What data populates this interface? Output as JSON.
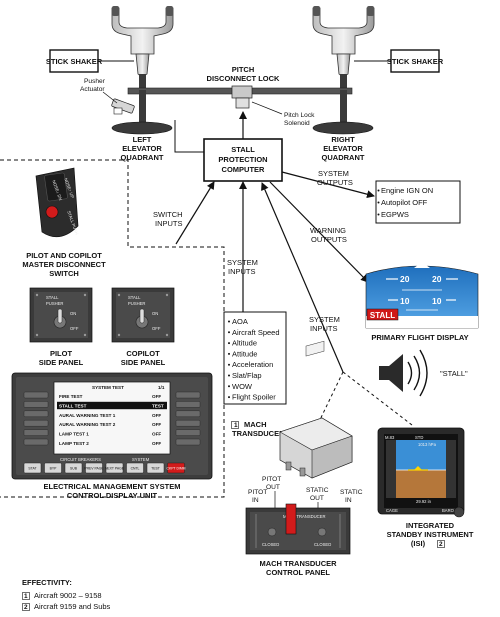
{
  "labels": {
    "stick_shaker_left": "STICK SHAKER",
    "stick_shaker_right": "STICK SHAKER",
    "pitch_disconnect_lock": [
      "PITCH",
      "DISCONNECT LOCK"
    ],
    "pusher_actuator": [
      "Pusher",
      "Actuator"
    ],
    "pitch_lock_solenoid": [
      "Pitch Lock",
      "Solenoid"
    ],
    "left_elevator_quadrant": [
      "LEFT",
      "ELEVATOR",
      "QUADRANT"
    ],
    "right_elevator_quadrant": [
      "RIGHT",
      "ELEVATOR",
      "QUADRANT"
    ],
    "stall_protection_computer": [
      "STALL",
      "PROTECTION",
      "COMPUTER"
    ],
    "system_outputs": [
      "SYSTEM",
      "OUTPUTS"
    ],
    "switch_inputs": [
      "SWITCH",
      "INPUTS"
    ],
    "system_inputs_center": [
      "SYSTEM",
      "INPUTS"
    ],
    "warning_outputs": [
      "WARNING",
      "OUTPUTS"
    ],
    "system_inputs_right": [
      "SYSTEM",
      "INPUTS"
    ],
    "master_disconnect_switch": [
      "PILOT AND COPILOT",
      "MASTER DISCONNECT",
      "SWITCH"
    ],
    "pilot_side_panel": [
      "PILOT",
      "SIDE PANEL"
    ],
    "copilot_side_panel": [
      "COPILOT",
      "SIDE PANEL"
    ],
    "ems_cdu": [
      "ELECTRICAL MANAGEMENT SYSTEM",
      "CONTROL DISPLAY UNIT"
    ],
    "primary_flight_display": "PRIMARY FLIGHT DISPLAY",
    "stall_audio": "\"STALL\"",
    "mach_transducer": [
      "MACH",
      "TRANSDUCER"
    ],
    "mach_transducer_badge": "1",
    "pitot_out": [
      "PITOT",
      "OUT"
    ],
    "static_out": [
      "STATIC",
      "OUT"
    ],
    "pitot_in": [
      "PITOT",
      "IN"
    ],
    "static_in": [
      "STATIC",
      "IN"
    ],
    "mach_transducer_control_panel": [
      "MACH TRANSDUCER",
      "CONTROL PANEL"
    ],
    "isi": [
      "INTEGRATED",
      "STANDBY INSTRUMENT",
      "(ISI)"
    ],
    "isi_badge": "2"
  },
  "system_outputs_list": [
    "Engine IGN ON",
    "Autopilot OFF",
    "EGPWS"
  ],
  "system_inputs_list": [
    "AOA",
    "Aircraft Speed",
    "Altitude",
    "Attitude",
    "Acceleration",
    "Slat/Flap",
    "WOW",
    "Flight Spoiler"
  ],
  "switch_unit": {
    "top": "NOSE↓ DN",
    "mid": "NOSE↑ UP",
    "bottom": "STALL PUSH"
  },
  "side_panel": {
    "title": "STALL",
    "sub": "PUSHER",
    "on": "ON",
    "off": "OFF"
  },
  "pfd": {
    "pitch_20_left": "20",
    "pitch_20_right": "20",
    "pitch_10_left": "10",
    "pitch_10_right": "10",
    "stall_flag": "STALL",
    "sky_color": "#3a8fd6",
    "ground_color": "#ffffff",
    "stall_color": "#d01818"
  },
  "cdu": {
    "title": "SYSTEM TEST",
    "page": "1/1",
    "rows": [
      {
        "name": "FIRE TEST",
        "value": "OFF"
      },
      {
        "name": "STALL TEST",
        "value": "TEST"
      },
      {
        "name": "AURAL WARNING TEST 1",
        "value": "OFF"
      },
      {
        "name": "AURAL WARNING TEST 2",
        "value": "OFF"
      },
      {
        "name": "LAMP TEST 1",
        "value": "OFF"
      },
      {
        "name": "LAMP TEST 2",
        "value": "OFF"
      }
    ],
    "breakers_label": "CIRCUIT BREAKERS",
    "system_label": "SYSTEM",
    "keys": [
      "STAT",
      "BYP",
      "SUB",
      "PREV PAGE",
      "NEXT PAGE",
      "CNTL",
      "TEST",
      "CKPT DIMM"
    ]
  },
  "isi": {
    "top_left": "M.83",
    "top_center": "STD",
    "baro_readout": "1013 hPa",
    "lower_readout": "29.92 in",
    "bottom_left": "CAGE",
    "bottom_right": "BARO"
  },
  "mach_panel": {
    "header": "MACH TRANSDUCER",
    "bottom_left": "CLOSED",
    "bottom_right": "CLOSED"
  },
  "effectivity": {
    "title": "EFFECTIVITY:",
    "items": [
      {
        "badge": "1",
        "text": "Aircraft 9002 – 9158"
      },
      {
        "badge": "2",
        "text": "Aircraft 9159 and Subs"
      }
    ]
  }
}
